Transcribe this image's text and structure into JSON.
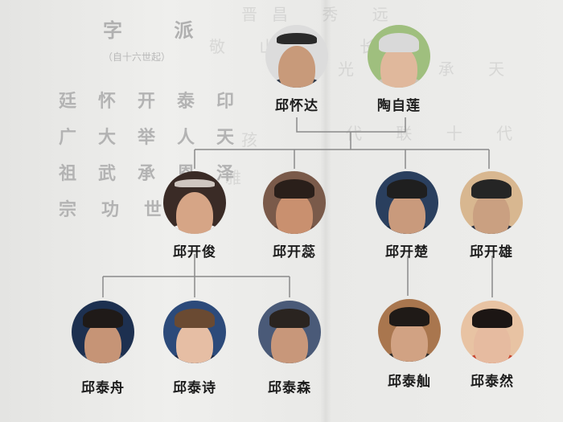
{
  "zipai": {
    "title": "字 派",
    "subtitle": "（自十六世起）",
    "rows": [
      [
        "廷",
        "怀",
        "开",
        "泰",
        "印"
      ],
      [
        "广",
        "大",
        "举",
        "人",
        "天"
      ],
      [
        "祖",
        "武",
        "承",
        "恩",
        "泽"
      ],
      [
        "宗",
        "功",
        "世"
      ]
    ]
  },
  "people": {
    "qiu_huaida": {
      "name": "邱怀达",
      "avatar": "portrait-photo",
      "bg": "#dcdcdc",
      "skin": "#c89a7a",
      "hair": "#2a2a2a",
      "clothes": "#2f3a4a"
    },
    "tao_zilian": {
      "name": "陶自莲",
      "avatar": "portrait-photo",
      "bg": "#9fbf7e",
      "skin": "#e0b89c",
      "hair": "#d9d9d9",
      "clothes": "#c9c2b8"
    },
    "qiu_kaijun": {
      "name": "邱开俊",
      "avatar": "portrait-photo",
      "bg": "#3a2b26",
      "skin": "#d6a586",
      "hair": "#cfc6c0",
      "clothes": "#f2f2f2"
    },
    "qiu_kairui": {
      "name": "邱开蕊",
      "avatar": "portrait-photo",
      "bg": "#7a5a4a",
      "skin": "#c9906f",
      "hair": "#2a1f1a",
      "clothes": "#6b4a3c"
    },
    "qiu_kaichu": {
      "name": "邱开楚",
      "avatar": "portrait-photo",
      "bg": "#2a3f5e",
      "skin": "#c99a7c",
      "hair": "#1f1f1f",
      "clothes": "#1e2e46"
    },
    "qiu_kaixiong": {
      "name": "邱开雄",
      "avatar": "portrait-photo",
      "bg": "#d8b790",
      "skin": "#caa081",
      "hair": "#252525",
      "clothes": "#2a3040"
    },
    "qiu_taizhou": {
      "name": "邱泰舟",
      "avatar": "portrait-photo",
      "bg": "#1d3050",
      "skin": "#c69476",
      "hair": "#1f1a18",
      "clothes": "#3a4a66"
    },
    "qiu_taishi": {
      "name": "邱泰诗",
      "avatar": "portrait-photo",
      "bg": "#2c4a7a",
      "skin": "#e6bea4",
      "hair": "#6a4a32",
      "clothes": "#1e2a44"
    },
    "qiu_taisen": {
      "name": "邱泰森",
      "avatar": "portrait-photo",
      "bg": "#4a5a78",
      "skin": "#c8977a",
      "hair": "#2a2420",
      "clothes": "#3d4a5f"
    },
    "qiu_taizai": {
      "name": "邱泰舢",
      "avatar": "portrait-photo",
      "bg": "#a9764e",
      "skin": "#d1a283",
      "hair": "#1f1a17",
      "clothes": "#2a2a2a"
    },
    "qiu_tairan": {
      "name": "邱泰然",
      "avatar": "portrait-photo",
      "bg": "#e8c3a3",
      "skin": "#e6bba0",
      "hair": "#1c1614",
      "clothes": "#c8452f"
    }
  },
  "colors": {
    "connector": "#8a8a8a",
    "name_text": "#1c1c1c"
  }
}
